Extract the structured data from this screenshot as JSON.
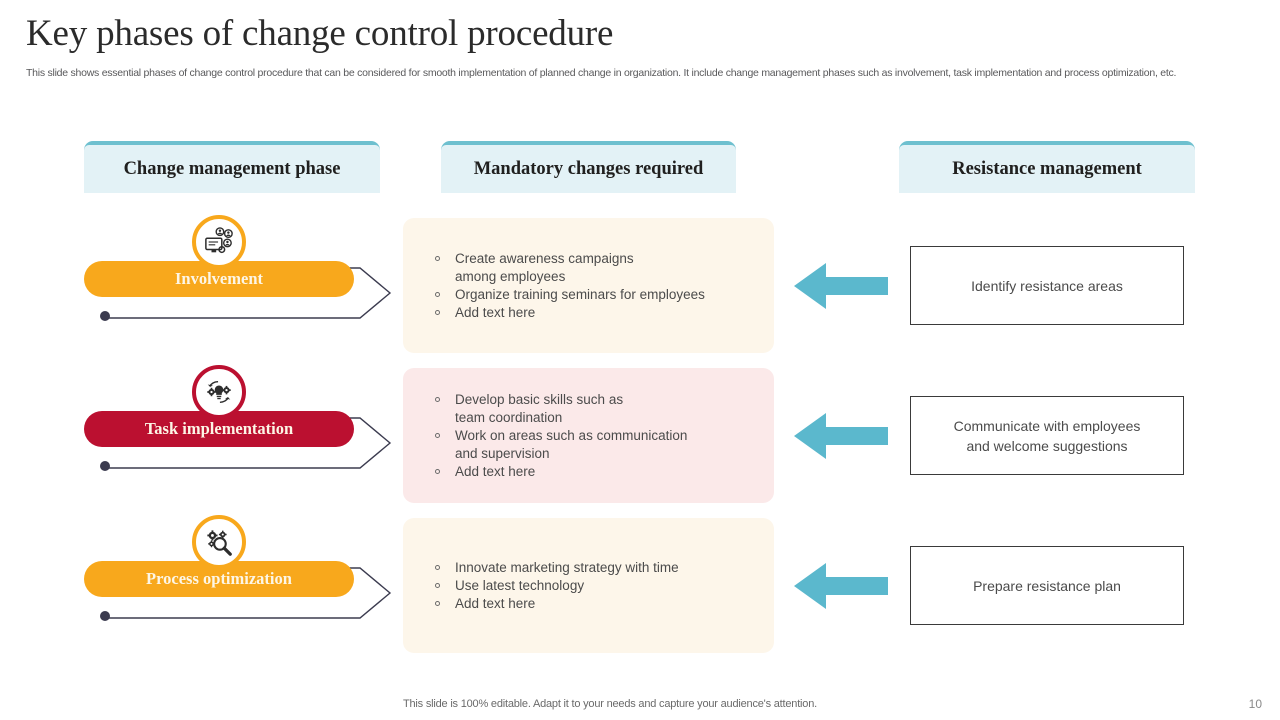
{
  "slide": {
    "title": "Key phases of change control procedure",
    "subtitle": "This slide shows essential phases of change control procedure that can be considered for smooth implementation of planned change in organization. It include change management phases such as involvement, task implementation and process optimization, etc.",
    "footer_note": "This slide is 100% editable. Adapt it to your needs and capture your audience's attention.",
    "page_number": "10"
  },
  "columns": [
    {
      "label": "Change management phase"
    },
    {
      "label": "Mandatory changes required"
    },
    {
      "label": "Resistance management"
    }
  ],
  "colors": {
    "header_bar": "#6ec0cf",
    "header_body": "#e3f2f6",
    "orange": "#f8a81c",
    "crimson": "#bb1030",
    "arrow_teal": "#5bb8cd",
    "outline_navy": "#3b3b4f",
    "card_cream": "#fdf6ea",
    "card_pink": "#fbe9e9"
  },
  "phases": [
    {
      "label": "Involvement",
      "color": "#f8a81c",
      "icon": "team-collaboration-icon",
      "bullets": [
        "Create awareness campaigns\namong employees",
        "Organize training  seminars for employees",
        "Add text here"
      ],
      "card_background": "#fdf6ea",
      "resistance": "Identify  resistance areas"
    },
    {
      "label": "Task implementation",
      "color": "#bb1030",
      "icon": "idea-gears-icon",
      "bullets": [
        "Develop basic skills such as\nteam coordination",
        "Work on areas such as communication\nand supervision",
        "Add text here"
      ],
      "card_background": "#fbe9e9",
      "resistance": "Communicate with employees\nand welcome suggestions"
    },
    {
      "label": "Process optimization",
      "color": "#f8a81c",
      "icon": "magnifier-gears-icon",
      "bullets": [
        "Innovate marketing strategy with time",
        "Use latest technology",
        "Add text here"
      ],
      "card_background": "#fdf6ea",
      "resistance": "Prepare resistance plan"
    }
  ]
}
